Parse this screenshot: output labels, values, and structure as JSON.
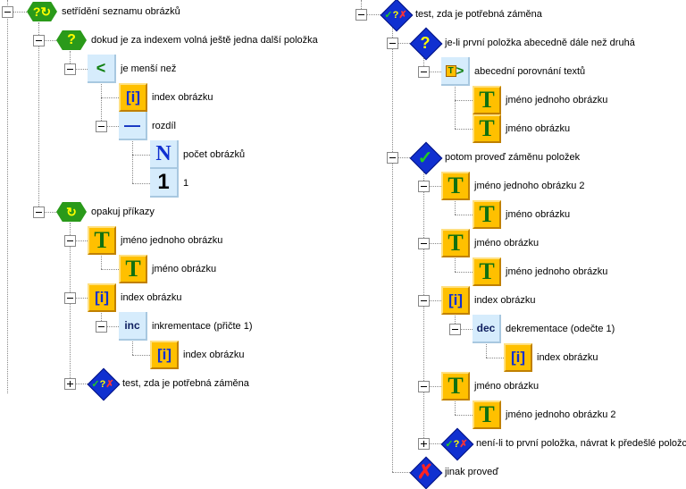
{
  "left_tree": [
    {
      "level": 0,
      "toggle": "minus",
      "icon": "loop-hexagon",
      "label": "setřídění seznamu obrázků"
    },
    {
      "level": 1,
      "toggle": "minus",
      "icon": "while-hexagon",
      "label": "dokud je za indexem volná ještě jedna další položka"
    },
    {
      "level": 2,
      "toggle": "minus",
      "icon": "less-than",
      "label": "je menší než"
    },
    {
      "level": 3,
      "toggle": null,
      "icon": "index-variable",
      "label": "index obrázku"
    },
    {
      "level": 3,
      "toggle": "minus",
      "icon": "minus-operator",
      "label": "rozdíl"
    },
    {
      "level": 4,
      "toggle": null,
      "icon": "number-variable",
      "label": "počet obrázků"
    },
    {
      "level": 4,
      "toggle": null,
      "icon": "number-one",
      "label": "1"
    },
    {
      "level": 1,
      "toggle": "minus",
      "icon": "repeat-hexagon",
      "label": "opakuj příkazy"
    },
    {
      "level": 2,
      "toggle": "minus",
      "icon": "text-variable",
      "label": "jméno jednoho obrázku"
    },
    {
      "level": 3,
      "toggle": null,
      "icon": "text-variable",
      "label": "jméno obrázku"
    },
    {
      "level": 2,
      "toggle": "minus",
      "icon": "index-variable",
      "label": "index obrázku"
    },
    {
      "level": 3,
      "toggle": "minus",
      "icon": "increment",
      "label": "inkrementace (přičte 1)"
    },
    {
      "level": 4,
      "toggle": null,
      "icon": "index-variable",
      "label": "index obrázku"
    },
    {
      "level": 2,
      "toggle": "plus",
      "icon": "test-diamond",
      "label": "test, zda je potřebná záměna"
    }
  ],
  "right_tree": [
    {
      "level": 0,
      "toggle": "minus",
      "icon": "test-diamond",
      "label": "test, zda je potřebná záměna"
    },
    {
      "level": 1,
      "toggle": "minus",
      "icon": "condition-diamond",
      "label": "je-li první položka abecedně dále než druhá"
    },
    {
      "level": 2,
      "toggle": "minus",
      "icon": "text-compare",
      "label": "abecední porovnání textů"
    },
    {
      "level": 3,
      "toggle": null,
      "icon": "text-variable",
      "label": "jméno jednoho obrázku"
    },
    {
      "level": 3,
      "toggle": null,
      "icon": "text-variable",
      "label": "jméno obrázku"
    },
    {
      "level": 1,
      "toggle": "minus",
      "icon": "then-check-diamond",
      "label": "potom proveď záměnu položek"
    },
    {
      "level": 2,
      "toggle": "minus",
      "icon": "text-variable",
      "label": "jméno jednoho obrázku 2"
    },
    {
      "level": 3,
      "toggle": null,
      "icon": "text-variable",
      "label": "jméno obrázku"
    },
    {
      "level": 2,
      "toggle": "minus",
      "icon": "text-variable",
      "label": "jméno obrázku"
    },
    {
      "level": 3,
      "toggle": null,
      "icon": "text-variable",
      "label": "jméno jednoho obrázku"
    },
    {
      "level": 2,
      "toggle": "minus",
      "icon": "index-variable",
      "label": "index obrázku"
    },
    {
      "level": 3,
      "toggle": "minus",
      "icon": "decrement",
      "label": "dekrementace (odečte 1)"
    },
    {
      "level": 4,
      "toggle": null,
      "icon": "index-variable",
      "label": "index obrázku"
    },
    {
      "level": 2,
      "toggle": "minus",
      "icon": "text-variable",
      "label": "jméno obrázku"
    },
    {
      "level": 3,
      "toggle": null,
      "icon": "text-variable",
      "label": "jméno jednoho obrázku 2"
    },
    {
      "level": 2,
      "toggle": "plus",
      "icon": "test-diamond",
      "label": "není-li to první položka, návrat k předešlé položce"
    },
    {
      "level": 1,
      "toggle": null,
      "icon": "else-x-diamond",
      "label": "jinak proveď"
    }
  ],
  "icon_glyphs": {
    "inc": "inc",
    "dec": "dec"
  }
}
